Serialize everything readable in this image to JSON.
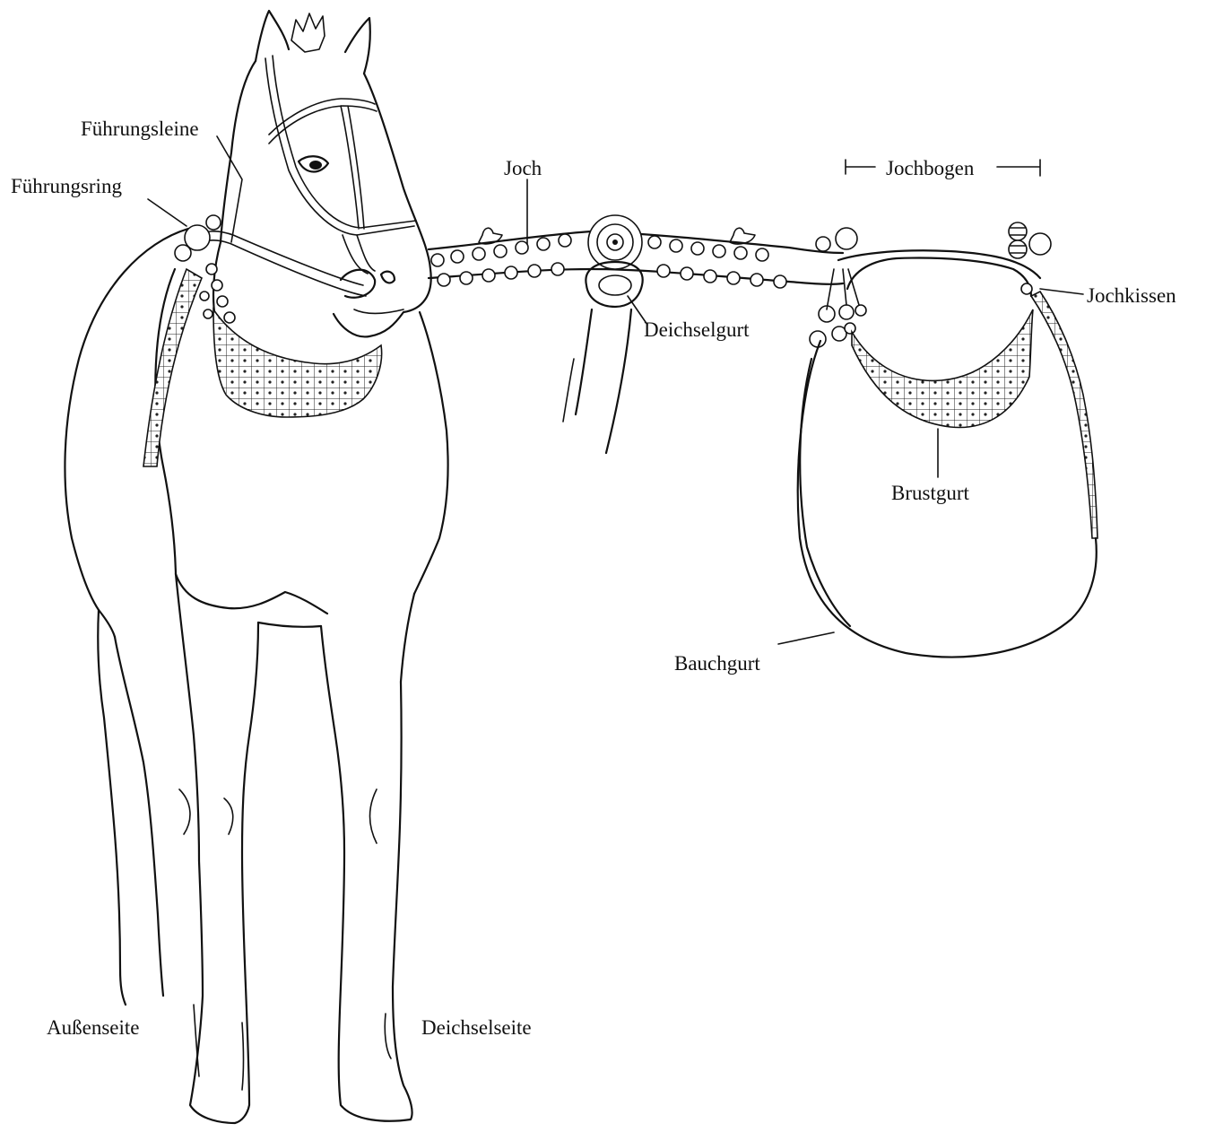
{
  "labels": {
    "fuehrungsleine": "Führungsleine",
    "fuehrungsring": "Führungsring",
    "joch": "Joch",
    "jochbogen": "Jochbogen",
    "jochkissen": "Jochkissen",
    "deichselgurt": "Deichselgurt",
    "brustgurt": "Brustgurt",
    "bauchgurt": "Bauchgurt",
    "aussenseite": "Außenseite",
    "deichselseite": "Deichselseite"
  },
  "colors": {
    "ink": "#111111",
    "paper": "#ffffff"
  }
}
